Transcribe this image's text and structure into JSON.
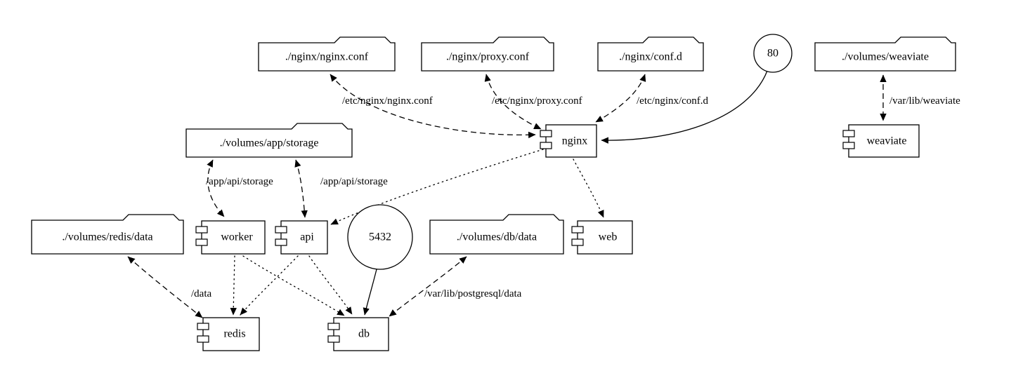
{
  "diagram": {
    "kind": "docker-compose-service-graph",
    "colors": {
      "background": "#ffffff",
      "stroke": "#000000"
    },
    "legend_semantics": {
      "dashed": "volume bind mount",
      "dotted": "depends_on link",
      "solid": "exposed port"
    },
    "nodes": {
      "nginx_conf": {
        "label": "./nginx/nginx.conf",
        "shape": "folder"
      },
      "proxy_conf": {
        "label": "./nginx/proxy.conf",
        "shape": "folder"
      },
      "conf_d": {
        "label": "./nginx/conf.d",
        "shape": "folder"
      },
      "port_80": {
        "label": "80",
        "shape": "circle"
      },
      "vol_weaviate": {
        "label": "./volumes/weaviate",
        "shape": "folder"
      },
      "vol_app_storage": {
        "label": "./volumes/app/storage",
        "shape": "folder"
      },
      "nginx": {
        "label": "nginx",
        "shape": "component"
      },
      "weaviate": {
        "label": "weaviate",
        "shape": "component"
      },
      "vol_redis_data": {
        "label": "./volumes/redis/data",
        "shape": "folder"
      },
      "worker": {
        "label": "worker",
        "shape": "component"
      },
      "api": {
        "label": "api",
        "shape": "component"
      },
      "port_5432": {
        "label": "5432",
        "shape": "circle"
      },
      "vol_db_data": {
        "label": "./volumes/db/data",
        "shape": "folder"
      },
      "web": {
        "label": "web",
        "shape": "component"
      },
      "redis": {
        "label": "redis",
        "shape": "component"
      },
      "db": {
        "label": "db",
        "shape": "component"
      }
    },
    "edge_labels": {
      "nginx_conf_mount": "/etc/nginx/nginx.conf",
      "proxy_conf_mount": "/etc/nginx/proxy.conf",
      "conf_d_mount": "/etc/nginx/conf.d",
      "weaviate_mount": "/var/lib/weaviate",
      "worker_storage_mount": "/app/api/storage",
      "api_storage_mount": "/app/api/storage",
      "redis_mount": "/data",
      "db_mount": "/var/lib/postgresql/data"
    },
    "edges": [
      {
        "from": "nginx_conf",
        "to": "nginx",
        "style": "dashed",
        "label": "/etc/nginx/nginx.conf",
        "bidirectional": true
      },
      {
        "from": "proxy_conf",
        "to": "nginx",
        "style": "dashed",
        "label": "/etc/nginx/proxy.conf",
        "bidirectional": true
      },
      {
        "from": "conf_d",
        "to": "nginx",
        "style": "dashed",
        "label": "/etc/nginx/conf.d",
        "bidirectional": true
      },
      {
        "from": "port_80",
        "to": "nginx",
        "style": "solid",
        "label": ""
      },
      {
        "from": "vol_weaviate",
        "to": "weaviate",
        "style": "dashed",
        "label": "/var/lib/weaviate",
        "bidirectional": true
      },
      {
        "from": "vol_app_storage",
        "to": "worker",
        "style": "dashed",
        "label": "/app/api/storage",
        "bidirectional": true
      },
      {
        "from": "vol_app_storage",
        "to": "api",
        "style": "dashed",
        "label": "/app/api/storage",
        "bidirectional": true
      },
      {
        "from": "nginx",
        "to": "api",
        "style": "dotted",
        "label": ""
      },
      {
        "from": "nginx",
        "to": "web",
        "style": "dotted",
        "label": ""
      },
      {
        "from": "vol_redis_data",
        "to": "redis",
        "style": "dashed",
        "label": "/data",
        "bidirectional": true
      },
      {
        "from": "worker",
        "to": "redis",
        "style": "dotted",
        "label": ""
      },
      {
        "from": "worker",
        "to": "db",
        "style": "dotted",
        "label": ""
      },
      {
        "from": "api",
        "to": "redis",
        "style": "dotted",
        "label": ""
      },
      {
        "from": "api",
        "to": "db",
        "style": "dotted",
        "label": ""
      },
      {
        "from": "port_5432",
        "to": "db",
        "style": "solid",
        "label": ""
      },
      {
        "from": "vol_db_data",
        "to": "db",
        "style": "dashed",
        "label": "/var/lib/postgresql/data",
        "bidirectional": true
      }
    ]
  }
}
